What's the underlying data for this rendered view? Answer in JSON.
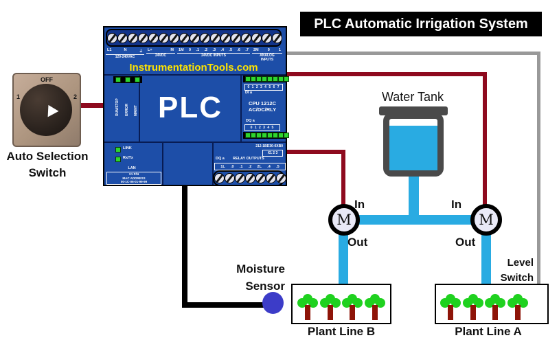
{
  "title": "PLC Automatic Irrigation System",
  "colors": {
    "wire_red": "#8e0a1e",
    "wire_black": "#000000",
    "wire_gray": "#999999",
    "pipe_cyan": "#29abe2",
    "plc_blue": "#1d4ea8",
    "plc_strip_blue": "#12338a",
    "brand_yellow": "#ffe400",
    "led_green": "#2ed52e",
    "tank_gray": "#4a4a4a",
    "sensor_blue": "#3c3cc8",
    "foliage_green": "#1fd11f",
    "trunk_brown": "#8e1408"
  },
  "plc": {
    "brand": "InstrumentationTools.com",
    "big_label": "PLC",
    "cpu_line1": "CPU 1212C",
    "cpu_line2": "AC/DC/RLY",
    "top_groups": {
      "g1": [
        "L1",
        "N",
        "⏚"
      ],
      "g1_cap": "120-240VAC",
      "g2": [
        "L+",
        "M"
      ],
      "g2_cap": "24VDC",
      "g3": [
        "1M",
        "0",
        ".1",
        ".2",
        ".3",
        ".4",
        ".5",
        ".6",
        ".7"
      ],
      "g3_cap": "24VDC INPUTS",
      "g4": [
        "2M",
        "0",
        "1"
      ],
      "g4_cap1": "ANALOG",
      "g4_cap2": "INPUTS"
    },
    "di_numbers": "0 1 2 3 4 5 6 7",
    "di_label": "DI a",
    "dq_label": "DQ a",
    "dq_numbers": "0 1 2 3 4 5",
    "status_leds": [
      "RUN/STOP",
      "ERROR",
      "MAINT"
    ],
    "link_label": "LINK",
    "rxtx_label": "Rx/Tx",
    "lan_label": "LAN",
    "mac_line1": "X1 P/N",
    "mac_line2": "MAC ADDRESS",
    "mac_line3": "00-1C-06-01-99-99",
    "part_number": "212-1BD30-0XB0",
    "x123": "X1 2 3",
    "relay_dq": "DQ a",
    "relay_label": "RELAY OUTPUTS",
    "relay_terminals": [
      "1L",
      ".0",
      ".1",
      ".2",
      "2L",
      ".4",
      ".5"
    ]
  },
  "selector": {
    "off": "OFF",
    "pos1": "1",
    "pos2": "2",
    "label_line1": "Auto Selection",
    "label_line2": "Switch"
  },
  "tank": {
    "label": "Water Tank"
  },
  "motors": {
    "symbol": "M",
    "in_label": "In",
    "out_label": "Out"
  },
  "moisture": {
    "label_line1": "Moisture",
    "label_line2": "Sensor"
  },
  "level": {
    "label_line1": "Level",
    "label_line2": "Switch"
  },
  "plant_b": {
    "label": "Plant Line B"
  },
  "plant_a": {
    "label": "Plant Line A"
  }
}
